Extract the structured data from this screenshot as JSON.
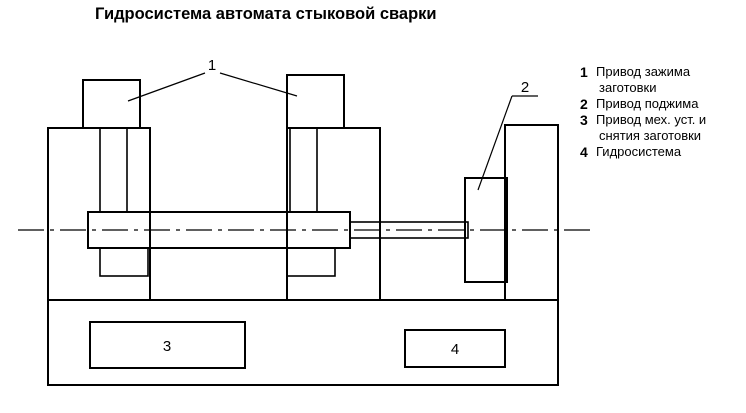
{
  "title": "Гидросистема автомата стыковой сварки",
  "colors": {
    "line": "#000000",
    "background": "#ffffff",
    "text": "#000000"
  },
  "diagram": {
    "callouts": {
      "clamp": "1",
      "press": "2"
    },
    "boxes": {
      "box3": "3",
      "box4": "4"
    }
  },
  "legend": {
    "items": [
      {
        "number": "1",
        "line1": "Привод зажима",
        "line2": "заготовки"
      },
      {
        "number": "2",
        "line1": "Привод поджима",
        "line2": ""
      },
      {
        "number": "3",
        "line1": "Привод мех. уст. и",
        "line2": "снятия заготовки"
      },
      {
        "number": "4",
        "line1": "Гидросистема",
        "line2": ""
      }
    ]
  }
}
